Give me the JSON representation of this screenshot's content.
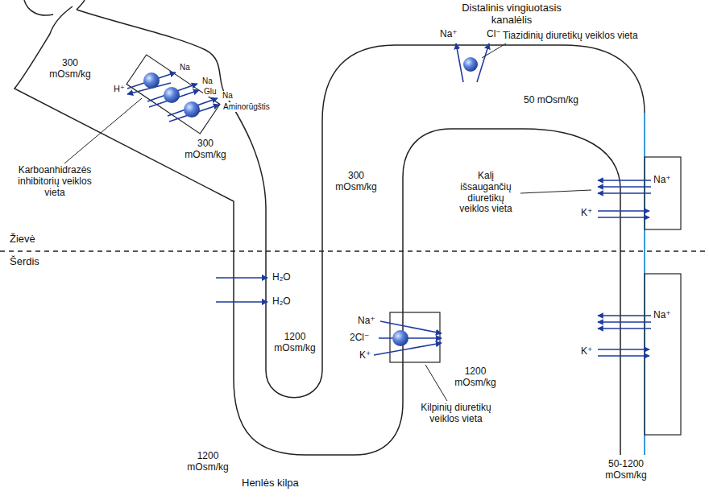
{
  "diagram": {
    "labels": [
      "300 mOsm/kg",
      "Na",
      "H⁺",
      "Na",
      "Glu",
      "Na",
      "Aminorūgštis",
      "300 mOsm/kg",
      "Karboanhidrazės inhibitorių veiklos vieta",
      "Žievė",
      "Šerdis",
      "H₂O",
      "H₂O",
      "1200 mOsm/kg",
      "300 mOsm/kg",
      "Na⁺",
      "2Cl⁻",
      "K⁺",
      "Kilpinių diuretikų veiklos vieta",
      "1200 mOsm/kg",
      "1200 mOsm/kg",
      "Henlės kilpa",
      "Distalinis vingiuotasis kanalėlis",
      "Na⁺",
      "Cl⁻",
      "Tiazidinių diuretikų veiklos vieta",
      "50 mOsm/kg",
      "Kalį išsaugančių diuretikų veiklos vieta",
      "Na⁺",
      "K⁺",
      "Na⁺",
      "K⁺",
      "50-1200 mOsm/kg"
    ]
  }
}
